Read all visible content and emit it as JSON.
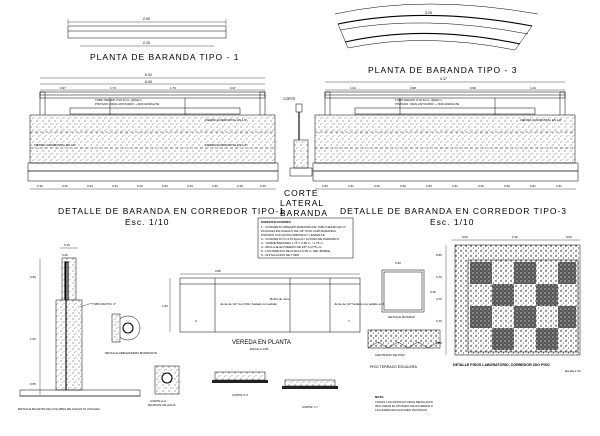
{
  "sheet": {
    "planta_tipo1": {
      "title": "PLANTA DE BARANDA TIPO - 1",
      "dim_top": "2.92",
      "dim_inner": "2.20"
    },
    "planta_tipo3": {
      "title": "PLANTA DE BARANDA TIPO - 3",
      "dim_arc": "3.25"
    },
    "detalle_tipo1": {
      "title": "DETALLE DE BARANDA EN CORREDOR TIPO-1",
      "scale": "Esc. 1/10",
      "dim_total": "6.32",
      "dim_inner": "6.00",
      "dim_top_segments": [
        "0.97",
        "1.73",
        "1.73",
        "0.97"
      ],
      "note_tubo": "TUBO NEGRO 2\"x0.4mm. @60cm.",
      "note_pintado": "PINTADO / MAN ANTICORR. + MAN ESMALTE",
      "bottom_segments": [
        "0.33",
        "0.33",
        "0.33",
        "0.33",
        "0.33",
        "0.33",
        "0.33",
        "0.33",
        "0.20",
        "0.20"
      ],
      "side_label_1": "FIERRO HORIZONTAL EN 1/4\"",
      "side_label_2": "FIERRO HORIZONTAL EN 1/4\"",
      "note_right": "FIERRO HORIZONTAL EN 1/4\""
    },
    "corte_lateral": {
      "title_line1": "CORTE",
      "title_line2": "LATERAL",
      "title_line3": "BARANDA"
    },
    "detalle_tipo3": {
      "title": "DETALLE DE BARANDA EN CORREDOR TIPO-3",
      "scale": "Esc. 1/10",
      "dim_total": "4.37",
      "dim_top_segments": [
        "1.04",
        "0.98",
        "0.90",
        "1.04"
      ],
      "note_tubo": "TUBO NEGRO 2\"x0.4mm. @60cm.",
      "note_pintado": "PINTADO / MAN ANTICORR. + MAN ESMALTE",
      "bottom_segments": [
        "0.30",
        "0.31",
        "0.30",
        "0.30",
        "0.30",
        "0.31",
        "0.30",
        "0.30",
        "0.31",
        "0.31"
      ],
      "note_right": "FIERRO HORIZONTAL EN 1/4\""
    },
    "especificaciones": {
      "heading": "ESPECIFICACIONES:",
      "lines": [
        "1.- CONCRETO ARMADO BARANDA DE TUBO NEGRO EN 2\"",
        "    PLANCHA EN ANGULO DE 1/8\" POR CAPA BARANDA",
        "    PINTADO CON ANTICORROSIVO Y ESMALTE",
        "2.- CONCRETO f'c=175 kg/cm2 / ALTURA DE PARAPETO",
        "3.- TORRE BARANDA 1.75 Y 2.38 m. / 1.75 m.",
        "4.- ANCLAJE EN FIERRO DE 3/8\" A C/75 cm.",
        "5.- LOS PERNOS SE FIJAN A 0.05 m. DEL BORDE",
        "6.- INSTALACION DE TUBO"
      ]
    },
    "detalle_baranda_lateral": {
      "caption": "DETALLE BAJANTE DE COLUMNA DE AGUAS PLUVIALES",
      "dim_top": "0.15",
      "dim_a": "0.20",
      "dim_h1": "0.35",
      "dim_h2": "1.50",
      "dim_h3": "0.55",
      "label_tubo": "TUBO DE PVC 3\"",
      "label_abrazadera": "DETALLE ABRAZADERA MORRANTE",
      "label_corte": "CORTE A-A",
      "label_corte_sub": "BAJANTE DE AGUA"
    },
    "vereda": {
      "title": "VEREDA EN PLANTA",
      "subtitle": "ESCALA 1/25",
      "dim_h": "1.00",
      "dim_top": "0.85",
      "junta_label_1": "Junta de 1/2\" de 0.00m\nSellado con asfalto",
      "junta_label_2": "Bruña de Jstm.",
      "junta_label_3": "Junta de 1/2\"\nSellado con asfalto\nen 8.00 y entera en concreto",
      "corte_x": "CORTE X-X",
      "corte_y": "CORTE Y-Y",
      "x_mark": "X",
      "y_mark": "Y"
    },
    "piso_terrazo": {
      "title": "PISO TERRAZO ESCALERA",
      "dim_top": "0.30",
      "dim_side": "0.30",
      "label_detalle": "DETALLE ROSADO",
      "label_centrado": "CENTRADO DE PISO"
    },
    "nota": {
      "heading": "NOTA:",
      "lines": [
        "TODAS LAS ESTRUCTURAS METALICAS",
        "INCLUIRAN EL PINTADO DE ACUERDO A",
        "LAS ESPECIFICACIONES TECNICAS"
      ]
    },
    "detalle_pisos": {
      "title": "DETALLE PISOS LABORATORIO, CORREDOR 2DO PISO",
      "scale": "Escala 1:20",
      "dims_top": [
        "0.50",
        "2.30",
        "0.50"
      ],
      "dims_side": [
        "0.85",
        "0.70",
        "0.70",
        "0.70",
        "0.85"
      ]
    }
  }
}
